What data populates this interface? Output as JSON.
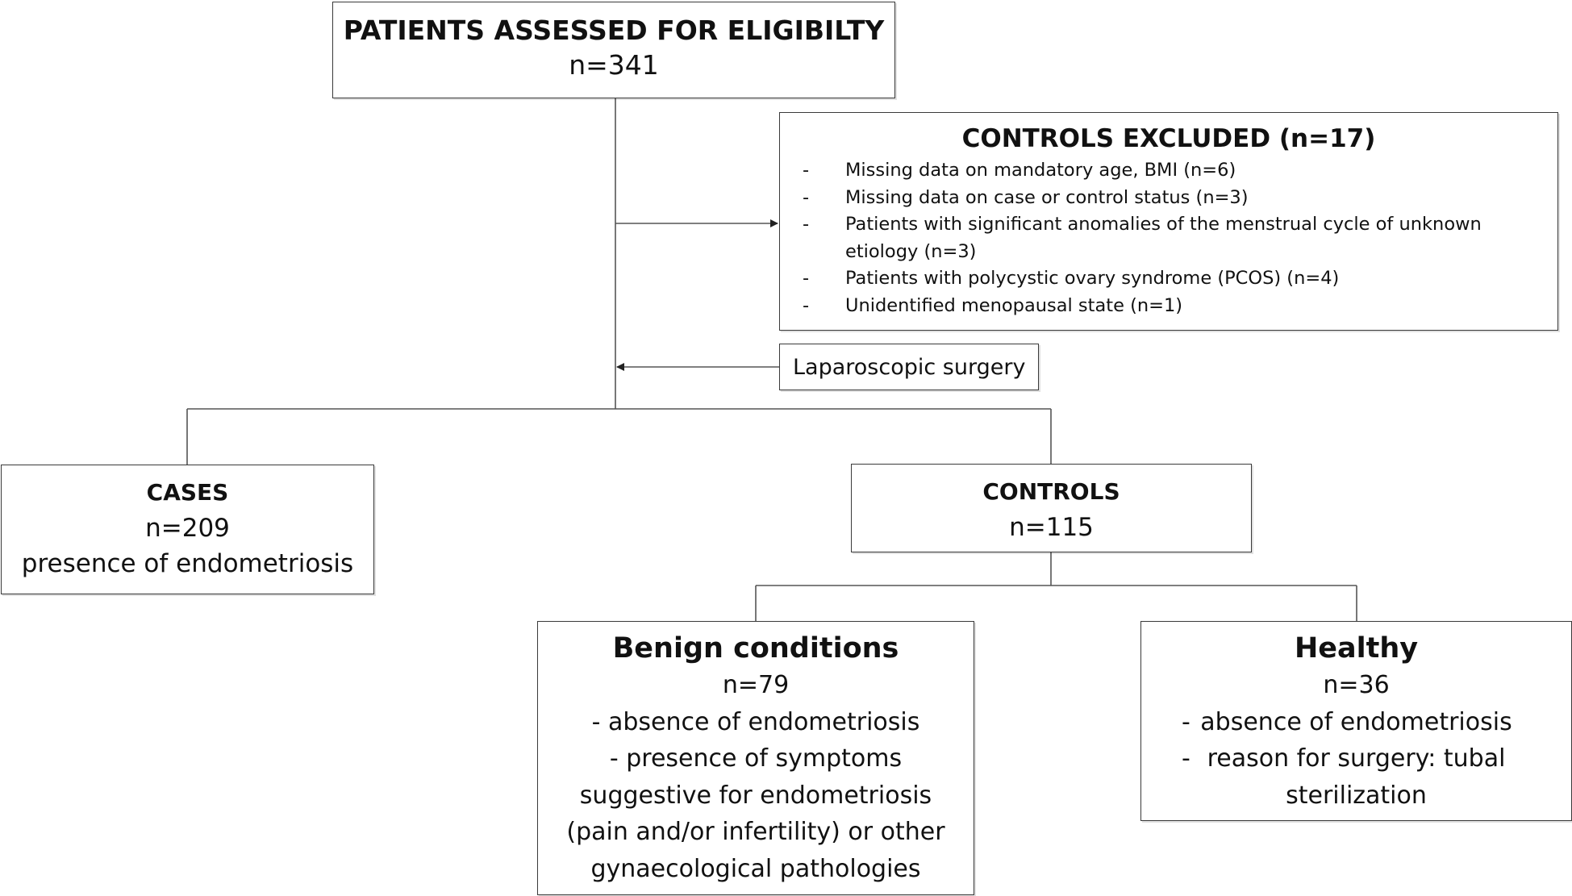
{
  "assessed": {
    "title": "PATIENTS ASSESSED FOR ELIGIBILTY",
    "count": "n=341"
  },
  "excluded": {
    "title": "CONTROLS EXCLUDED (n=17)",
    "items": [
      "Missing data on mandatory age, BMI (n=6)",
      "Missing data on case or control status (n=3)",
      "Patients with significant anomalies of the menstrual cycle of unknown etiology (n=3)",
      "Patients with polycystic ovary syndrome (PCOS) (n=4)",
      "Unidentified menopausal state (n=1)"
    ]
  },
  "laparoscopic": {
    "label": "Laparoscopic surgery"
  },
  "cases": {
    "title": "CASES",
    "count": "n=209",
    "description": "presence of endometriosis"
  },
  "controls": {
    "title": "CONTROLS",
    "count": "n=115"
  },
  "benign": {
    "title": "Benign conditions",
    "count": "n=79",
    "lines": [
      "- absence of endometriosis",
      "- presence of symptoms",
      "suggestive for endometriosis",
      "(pain and/or infertility) or other",
      "gynaecological pathologies"
    ]
  },
  "healthy": {
    "title": "Healthy",
    "count": "n=36",
    "items": [
      "absence of endometriosis",
      "reason for surgery: tubal",
      "sterilization"
    ]
  },
  "colors": {
    "line": "#555555",
    "border": "#3a3a3a",
    "text": "#111111"
  }
}
